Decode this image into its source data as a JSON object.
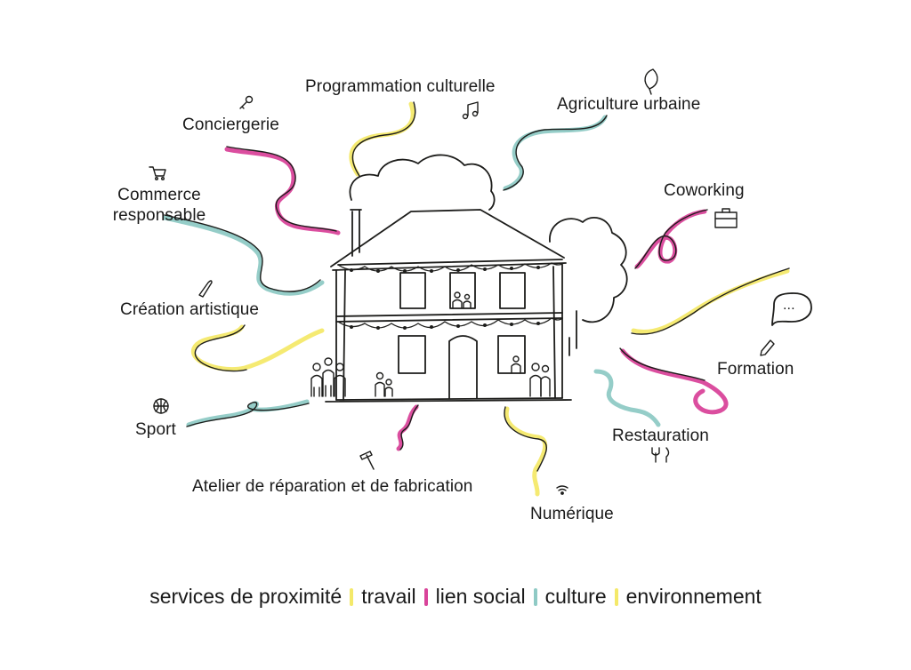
{
  "colors": {
    "yellow": "#f4e96a",
    "pink": "#d9449a",
    "teal": "#8fcac5",
    "ink": "#1d1d1b"
  },
  "labels": {
    "programmation": "Programmation culturelle",
    "agriculture": "Agriculture urbaine",
    "conciergerie": "Conciergerie",
    "commerce_line1": "Commerce",
    "commerce_line2": "responsable",
    "coworking": "Coworking",
    "creation": "Création artistique",
    "formation": "Formation",
    "sport": "Sport",
    "restauration": "Restauration",
    "atelier": "Atelier de réparation et de fabrication",
    "numerique": "Numérique",
    "bubble": "..."
  },
  "icons": {
    "programmation": "music-notes-icon",
    "agriculture": "leaf-icon",
    "conciergerie": "key-icon",
    "commerce": "shopping-cart-icon",
    "coworking": "briefcase-icon",
    "creation": "paintbrush-icon",
    "formation": "pencil-icon",
    "sport": "ball-icon",
    "restauration": "fork-knife-icon",
    "atelier": "hammer-icon",
    "numerique": "wifi-icon"
  },
  "legend": {
    "items": [
      {
        "label": "services de proximité",
        "color": "#f4e96a"
      },
      {
        "label": "travail",
        "color": "#d9449a"
      },
      {
        "label": "lien social",
        "color": "#8fcac5"
      },
      {
        "label": "culture",
        "color": "#f4e96a"
      },
      {
        "label": "environnement",
        "color": ""
      }
    ]
  }
}
